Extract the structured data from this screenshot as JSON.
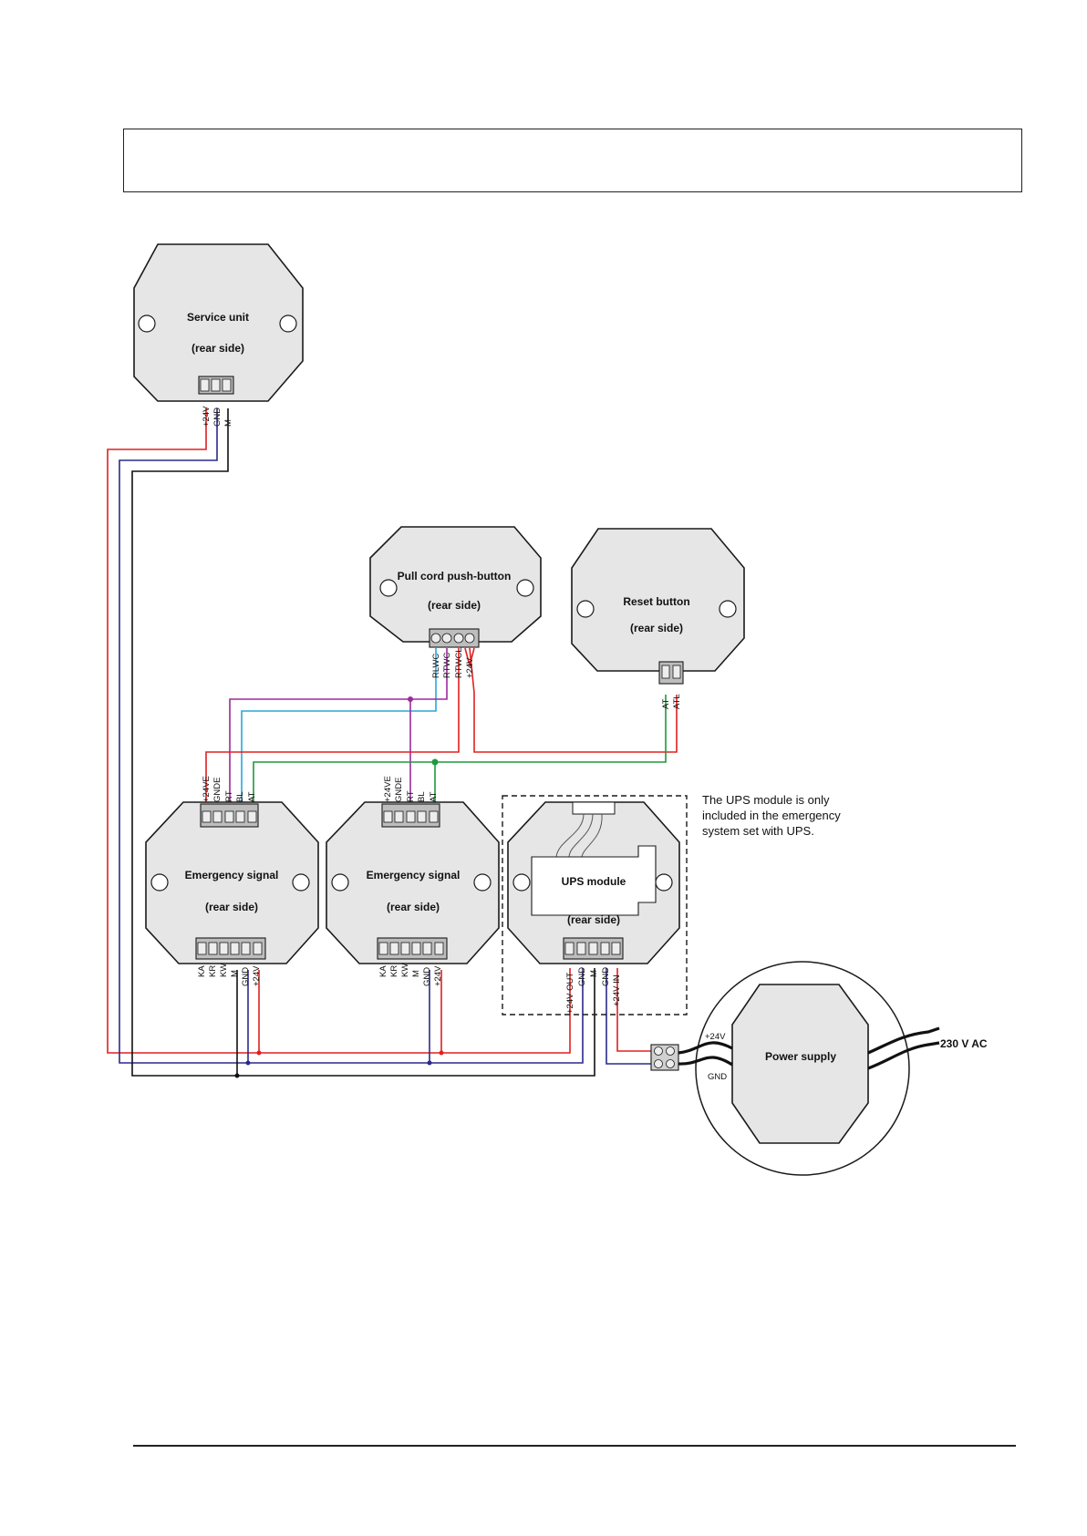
{
  "colors": {
    "red": "#e02020",
    "blue": "#2a2a8c",
    "black": "#111111",
    "purple": "#9b2a9b",
    "cyan": "#2aa7dc",
    "green": "#1e9a3a"
  },
  "devices": {
    "service_unit": {
      "title": "Service unit",
      "subtitle": "(rear side)",
      "pins": [
        "+24V",
        "GND",
        "M"
      ]
    },
    "pull_cord": {
      "title": "Pull cord push-button",
      "subtitle": "(rear side)",
      "pins": [
        "RLWC",
        "RTWC",
        "RTWCL",
        "+24V"
      ]
    },
    "reset_button": {
      "title": "Reset button",
      "subtitle": "(rear side)",
      "pins": [
        "AT",
        "ATL"
      ]
    },
    "emergency_1": {
      "title": "Emergency signal",
      "subtitle": "(rear side)",
      "top_pins": [
        "+24VE",
        "GNDE",
        "RT",
        "BL",
        "AT"
      ],
      "bottom_pins": [
        "KA",
        "KR",
        "KW",
        "M",
        "GND",
        "+24V"
      ]
    },
    "emergency_2": {
      "title": "Emergency signal",
      "subtitle": "(rear side)",
      "top_pins": [
        "+24VE",
        "GNDE",
        "RT",
        "BL",
        "AT"
      ],
      "bottom_pins": [
        "KA",
        "KR",
        "KW",
        "M",
        "GND",
        "+24V"
      ]
    },
    "ups": {
      "title": "UPS module",
      "subtitle": "(rear side)",
      "bottom_pins": [
        "+24V OUT",
        "GND",
        "M",
        "GND",
        "+24V IN"
      ],
      "note_lines": [
        "The UPS module is only",
        "included in the emergency",
        "system set with UPS."
      ]
    },
    "power_supply": {
      "title": "Power supply",
      "label_plus": "+24V",
      "label_gnd": "GND",
      "label_ac": "230 V AC"
    }
  }
}
